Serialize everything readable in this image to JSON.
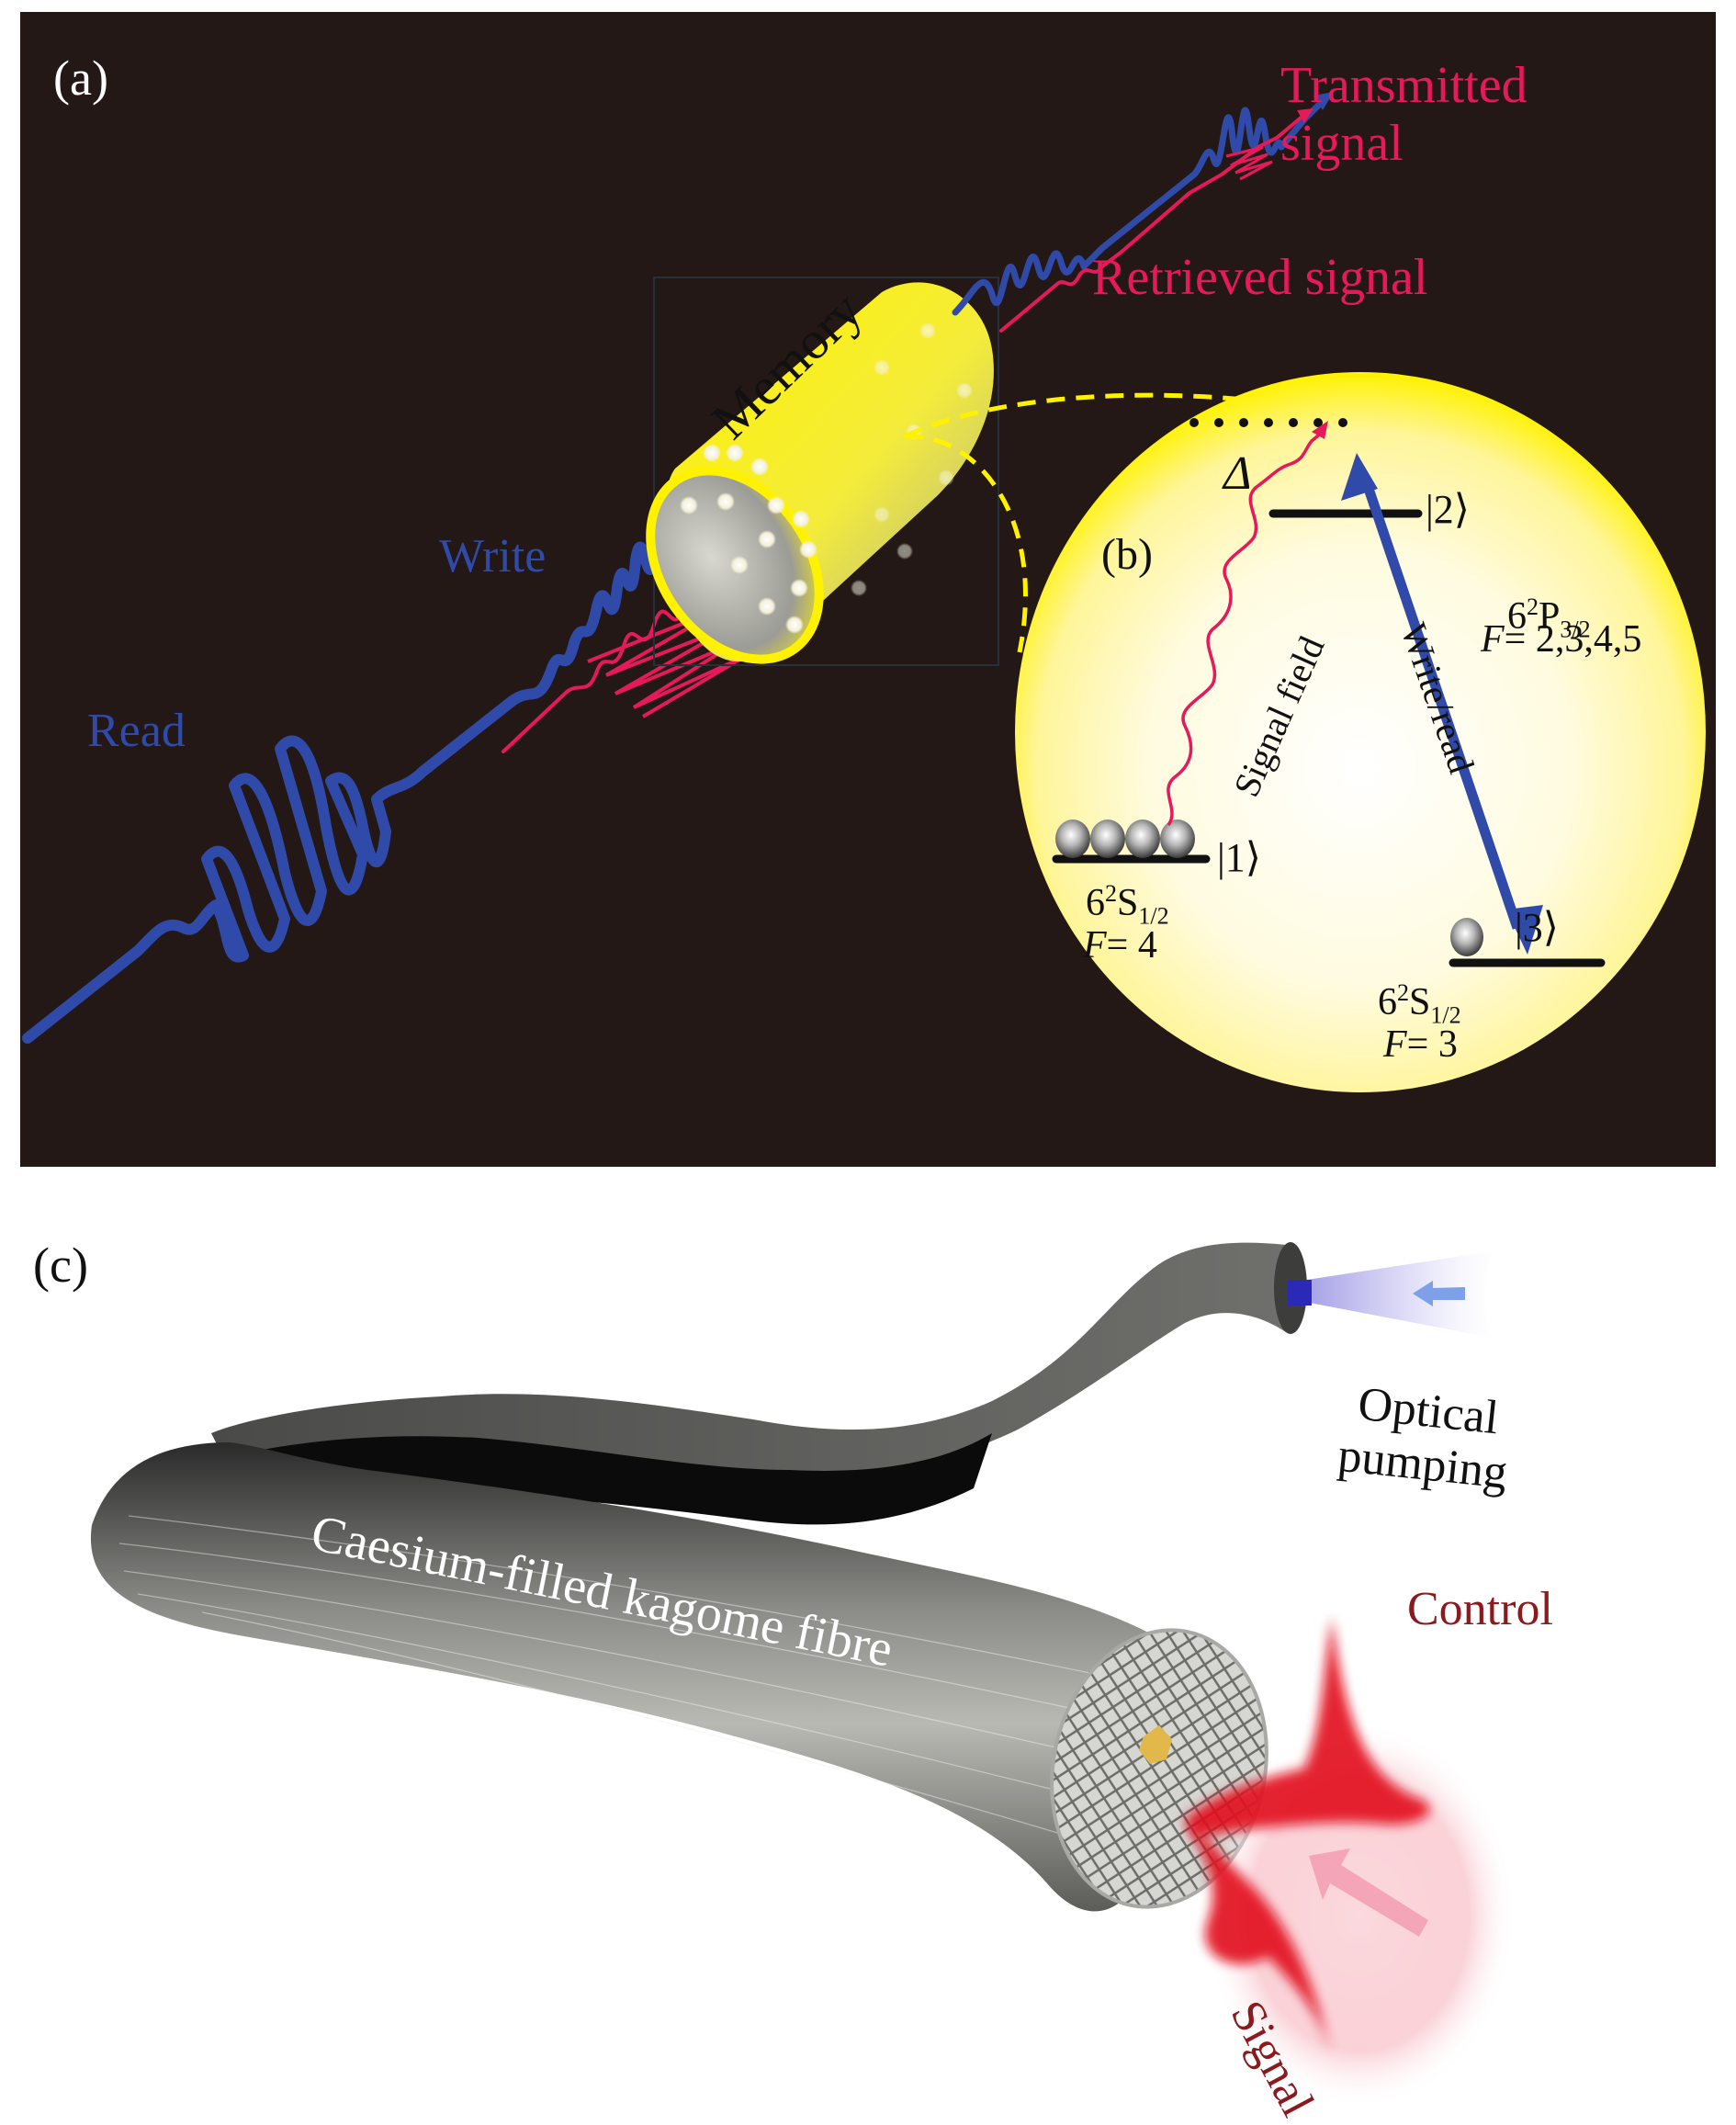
{
  "colors": {
    "panel_background": "#231816",
    "write_read_blue": "#2f4aa8",
    "signal_crimson": "#e6195a",
    "memory_yellow": "#fff200",
    "control_label_red": "#8b1a1f",
    "pulse_red": "#e2101c",
    "pump_violet": "#7b6fd6"
  },
  "panel_a": {
    "label": "(a)",
    "read_label": "Read",
    "write_label": "Write",
    "memory_label": "Memory",
    "retrieved_label": "Retrieved signal",
    "transmitted_label_line1": "Transmitted",
    "transmitted_label_line2": "signal"
  },
  "panel_b": {
    "label": "(b)",
    "detuning_symbol": "Δ",
    "state_2": "|2⟩",
    "state_1": "|1⟩",
    "state_3": "|3⟩",
    "excited_level": {
      "n": "6",
      "sup": "2",
      "term": "P",
      "sub": "3/2",
      "f_label": "F",
      "f_values": "= 2,3,4,5"
    },
    "ground_level_1": {
      "n": "6",
      "sup": "2",
      "term": "S",
      "sub": "1/2",
      "f_label": "F",
      "f_values": "= 4"
    },
    "ground_level_3": {
      "n": "6",
      "sup": "2",
      "term": "S",
      "sub": "1/2",
      "f_label": "F",
      "f_values": "= 3"
    },
    "signal_field_label": "Signal field",
    "write_read_label": "Write/read"
  },
  "panel_c": {
    "label": "(c)",
    "fibre_label": "Caesium-filled kagome fibre",
    "optical_pumping_line1": "Optical",
    "optical_pumping_line2": "pumping",
    "control_label": "Control",
    "signal_label": "Signal"
  }
}
